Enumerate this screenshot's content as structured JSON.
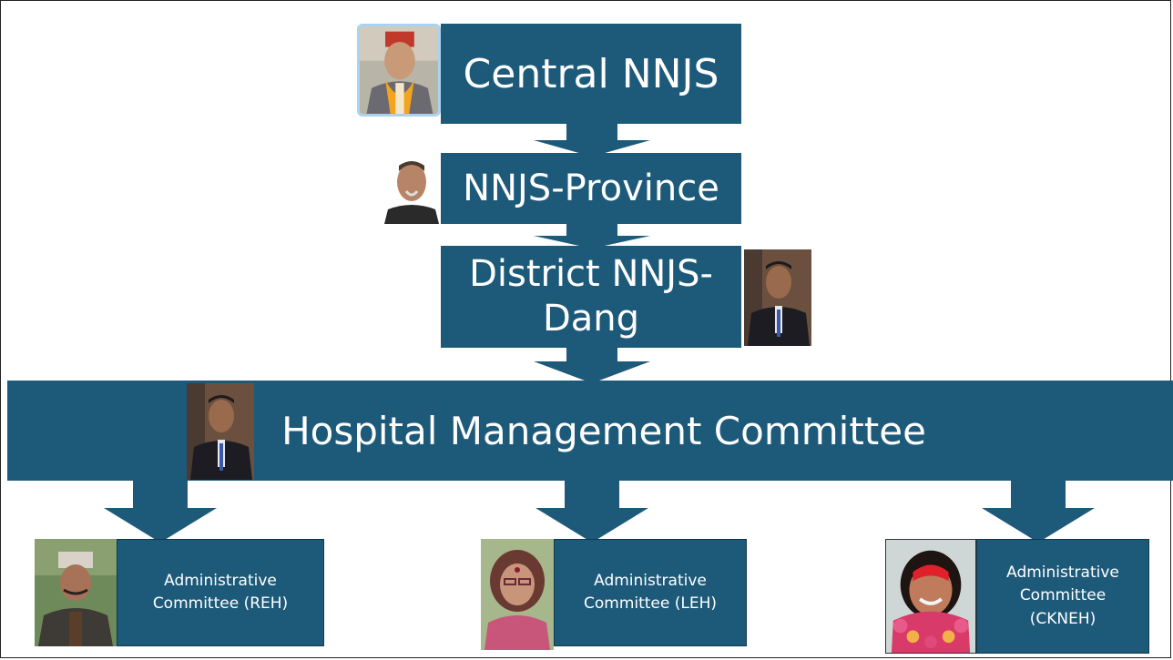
{
  "nodes": {
    "central": "Central NNJS",
    "province": "NNJS-Province",
    "district_line1": "District NNJS-",
    "district_line2": "Dang",
    "hmc": "Hospital Management Committee",
    "reh_line1": "Administrative",
    "reh_line2": "Committee (REH)",
    "leh_line1": "Administrative",
    "leh_line2": "Committee (LEH)",
    "ckneh_line1": "Administrative",
    "ckneh_line2": "Committee",
    "ckneh_line3": "(CKNEH)"
  },
  "colors": {
    "box": "#1d5a7a",
    "text": "#ffffff",
    "arrow": "#1d5a7a"
  },
  "icons": [
    "portrait-photo-central",
    "portrait-photo-province",
    "portrait-photo-district",
    "portrait-photo-hmc",
    "portrait-photo-reh",
    "portrait-photo-leh",
    "portrait-photo-ckneh",
    "down-arrow"
  ]
}
